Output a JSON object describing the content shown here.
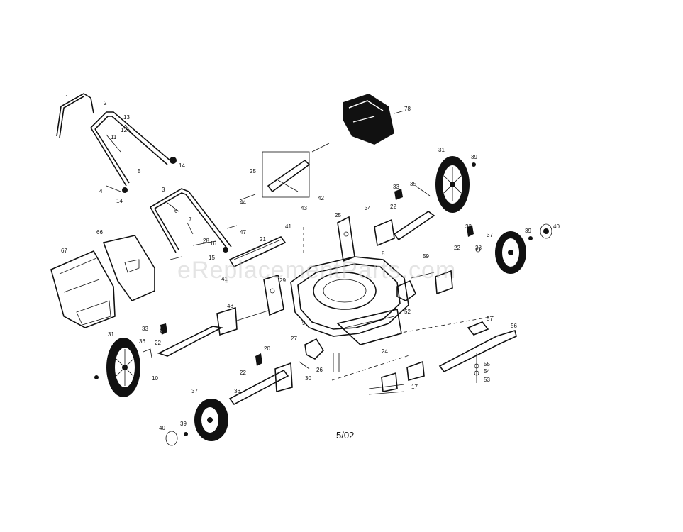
{
  "diagram": {
    "watermark": "eReplacementParts.com",
    "revision": "5/02",
    "part_labels": [
      "1",
      "2",
      "3",
      "4",
      "5",
      "6",
      "7",
      "8",
      "9",
      "10",
      "11",
      "12",
      "13",
      "14",
      "14",
      "15",
      "16",
      "17",
      "20",
      "21",
      "22",
      "22",
      "22",
      "22",
      "24",
      "25",
      "25",
      "26",
      "27",
      "28",
      "29",
      "30",
      "31",
      "31",
      "33",
      "33",
      "33",
      "34",
      "35",
      "36",
      "36",
      "37",
      "37",
      "38",
      "39",
      "39",
      "39",
      "40",
      "40",
      "41",
      "41",
      "42",
      "43",
      "44",
      "47",
      "48",
      "52",
      "53",
      "54",
      "55",
      "56",
      "57",
      "59",
      "66",
      "67",
      "78"
    ]
  }
}
